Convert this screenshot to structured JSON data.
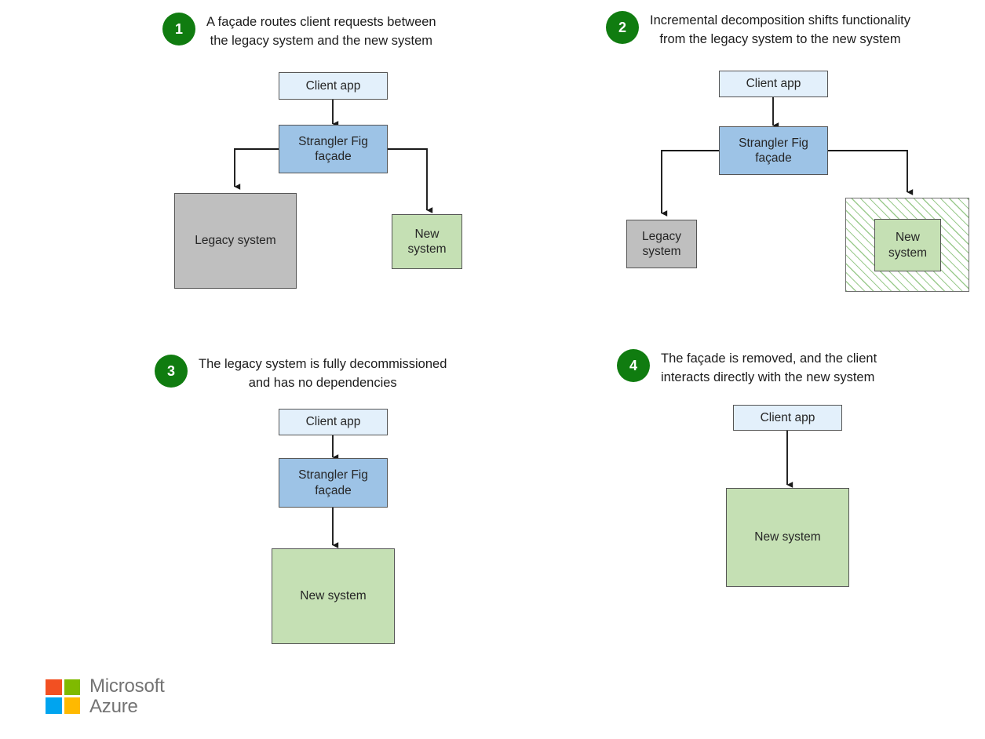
{
  "diagram": {
    "title": "Strangler Fig pattern migration stages",
    "colors": {
      "badge_green": "#107C10",
      "client_app_fill": "#E3F0FB",
      "facade_fill": "#9DC3E6",
      "legacy_fill": "#BFBFBF",
      "new_system_fill": "#C5E0B4",
      "hatch_stripe": "#9CCB8F",
      "border": "#555555",
      "arrow": "#1a1a1a"
    },
    "panels": [
      {
        "number": "1",
        "caption": "A façade routes client requests between\nthe legacy system and the new system",
        "caption_align": "center",
        "nodes": {
          "client_app": "Client app",
          "facade": "Strangler Fig\nfaçade",
          "legacy": "Legacy system",
          "new_system": "New\nsystem"
        }
      },
      {
        "number": "2",
        "caption": "Incremental decomposition shifts functionality\nfrom the legacy system to the new system",
        "caption_align": "center",
        "nodes": {
          "client_app": "Client app",
          "facade": "Strangler Fig\nfaçade",
          "legacy": "Legacy\nsystem",
          "new_system": "New\nsystem"
        }
      },
      {
        "number": "3",
        "caption": "The legacy system is fully decommissioned\nand has no dependencies",
        "caption_align": "center",
        "nodes": {
          "client_app": "Client app",
          "facade": "Strangler Fig\nfaçade",
          "new_system": "New system"
        }
      },
      {
        "number": "4",
        "caption": "The façade is removed, and the client\ninteracts directly with the new system",
        "caption_align": "left",
        "nodes": {
          "client_app": "Client app",
          "new_system": "New system"
        }
      }
    ]
  },
  "logo": {
    "text": "Microsoft\nAzure",
    "squares": [
      {
        "name": "red",
        "color": "#F25022"
      },
      {
        "name": "green",
        "color": "#7FBA00"
      },
      {
        "name": "blue",
        "color": "#00A4EF"
      },
      {
        "name": "yellow",
        "color": "#FFB900"
      }
    ]
  }
}
